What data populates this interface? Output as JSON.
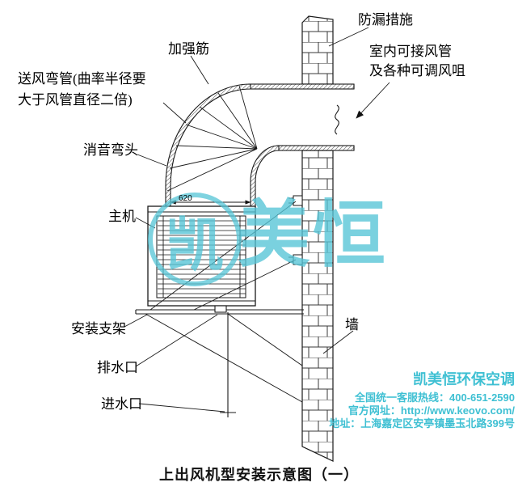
{
  "colors": {
    "brand_cyan": "#3fc0d3",
    "line": "#1a1a1a"
  },
  "watermark": {
    "first": "凯",
    "rest": "美恒"
  },
  "labels": {
    "leak_prevention": "防漏措施",
    "stiffener": "加强筋",
    "supply_bend_line1": "送风弯管(曲率半径要",
    "supply_bend_line2": "大于风管直径二倍)",
    "indoor_duct_line1": "室内可接风管",
    "indoor_duct_line2": "及各种可调风咀",
    "silencer_elbow": "消音弯头",
    "main_unit": "主机",
    "mount_bracket": "安装支架",
    "drain_outlet": "排水口",
    "water_inlet": "进水口",
    "wall": "墙",
    "dim_620": "620"
  },
  "brand": {
    "name": "凯美恒环保空调",
    "hotline": "全国统一客服热线：400-651-2590",
    "website": "官方网址：http://www.keovo.com/",
    "address": "地址：上海嘉定区安亭镇墨玉北路399号"
  },
  "caption": "上出风机型安装示意图（一）"
}
